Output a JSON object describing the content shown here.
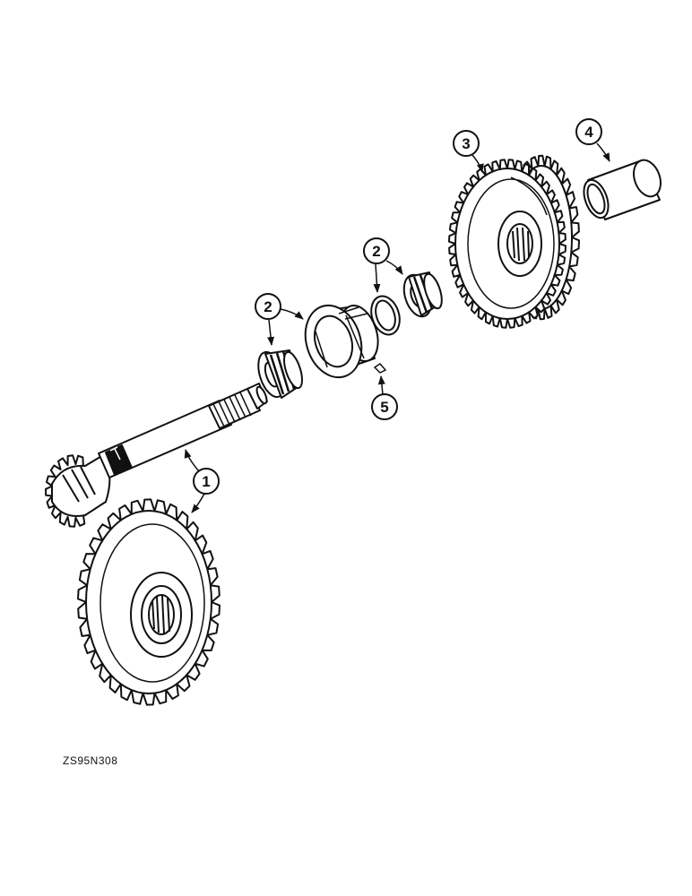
{
  "figure_id": "ZS95N308",
  "callouts": {
    "c1": "1",
    "c2a": "2",
    "c2b": "2",
    "c3": "3",
    "c4": "4",
    "c5": "5"
  },
  "colors": {
    "ink": "#111111",
    "background": "#ffffff"
  }
}
